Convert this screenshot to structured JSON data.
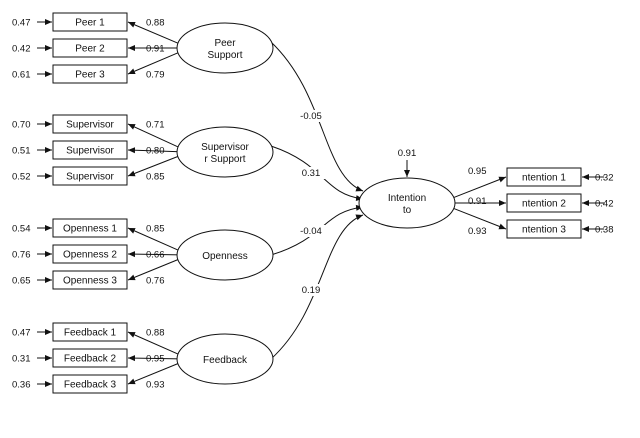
{
  "latent_factors": [
    {
      "id": "peer",
      "label_lines": [
        "Peer",
        "Support"
      ],
      "indicators": [
        {
          "label": "Peer 1",
          "error": "0.47",
          "loading": "0.88"
        },
        {
          "label": "Peer 2",
          "error": "0.42",
          "loading": "0.91"
        },
        {
          "label": "Peer 3",
          "error": "0.61",
          "loading": "0.79"
        }
      ],
      "path_coefficient": "-0.05"
    },
    {
      "id": "supervisor",
      "label_lines": [
        "Supervisor",
        "r Support"
      ],
      "indicators": [
        {
          "label": "Supervisor",
          "error": "0.70",
          "loading": "0.71"
        },
        {
          "label": "Supervisor",
          "error": "0.51",
          "loading": "0.80"
        },
        {
          "label": "Supervisor",
          "error": "0.52",
          "loading": "0.85"
        }
      ],
      "path_coefficient": "0.31"
    },
    {
      "id": "openness",
      "label_lines": [
        "Openness"
      ],
      "indicators": [
        {
          "label": "Openness 1",
          "error": "0.54",
          "loading": "0.85"
        },
        {
          "label": "Openness 2",
          "error": "0.76",
          "loading": "0.66"
        },
        {
          "label": "Openness 3",
          "error": "0.65",
          "loading": "0.76"
        }
      ],
      "path_coefficient": "-0.04"
    },
    {
      "id": "feedback",
      "label_lines": [
        "Feedback"
      ],
      "indicators": [
        {
          "label": "Feedback 1",
          "error": "0.47",
          "loading": "0.88"
        },
        {
          "label": "Feedback 2",
          "error": "0.31",
          "loading": "0.95"
        },
        {
          "label": "Feedback 3",
          "error": "0.36",
          "loading": "0.93"
        }
      ],
      "path_coefficient": "0.19"
    }
  ],
  "outcome": {
    "label_lines": [
      "Intention",
      "to"
    ],
    "disturbance": "0.91",
    "indicators": [
      {
        "label": "ntention 1",
        "error": "0.32",
        "loading": "0.95"
      },
      {
        "label": "ntention 2",
        "error": "0.42",
        "loading": "0.91"
      },
      {
        "label": "ntention 3",
        "error": "0.38",
        "loading": "0.93"
      }
    ]
  }
}
